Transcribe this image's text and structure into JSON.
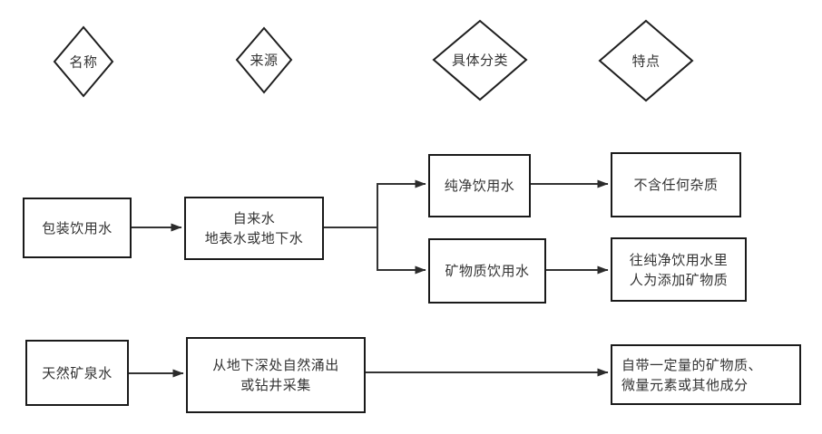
{
  "colors": {
    "background": "#ffffff",
    "box_border": "#1a1a1a",
    "diamond_border": "#1f1f1f",
    "line": "#333333",
    "text": "#333333"
  },
  "headers": {
    "name": "名称",
    "source": "来源",
    "classification": "具体分类",
    "feature": "特点"
  },
  "packaged_water": {
    "name": "包装饮用水",
    "source": "自来水\n地表水或地下水",
    "branches": [
      {
        "category": "纯净饮用水",
        "feature": "不含任何杂质"
      },
      {
        "category": "矿物质饮用水",
        "feature": "往纯净饮用水里\n人为添加矿物质"
      }
    ]
  },
  "natural_mineral_water": {
    "name": "天然矿泉水",
    "source": "从地下深处自然涌出\n或钻井采集",
    "feature": "自带一定量的矿物质、\n微量元素或其他成分"
  }
}
